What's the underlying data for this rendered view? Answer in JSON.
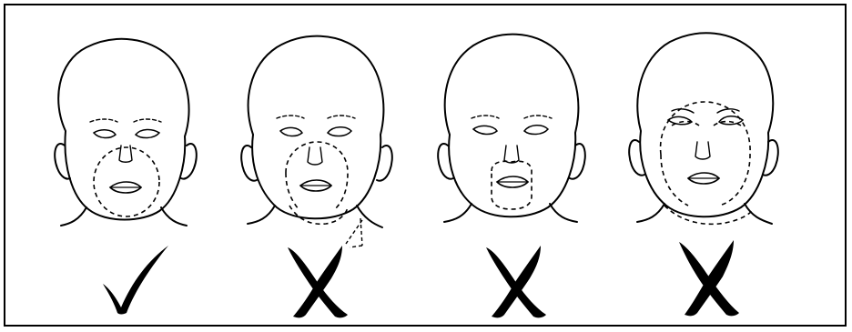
{
  "figure": {
    "panels": [
      {
        "mask": "nose-mouth-chin-oval",
        "verdict": "correct",
        "mark_icon": "check-mark-icon",
        "neck_overlap": false
      },
      {
        "mask": "mouth-chin-oval-extends-below-chin",
        "verdict": "incorrect",
        "mark_icon": "x-mark-icon",
        "neck_overlap": true
      },
      {
        "mask": "small-mouth-oval",
        "verdict": "incorrect",
        "mark_icon": "x-mark-icon",
        "neck_overlap": false
      },
      {
        "mask": "oversized-oval-covers-eyes",
        "verdict": "incorrect",
        "mark_icon": "x-mark-icon",
        "neck_overlap": true
      }
    ],
    "colors": {
      "line": "#000000",
      "background": "#ffffff"
    }
  }
}
